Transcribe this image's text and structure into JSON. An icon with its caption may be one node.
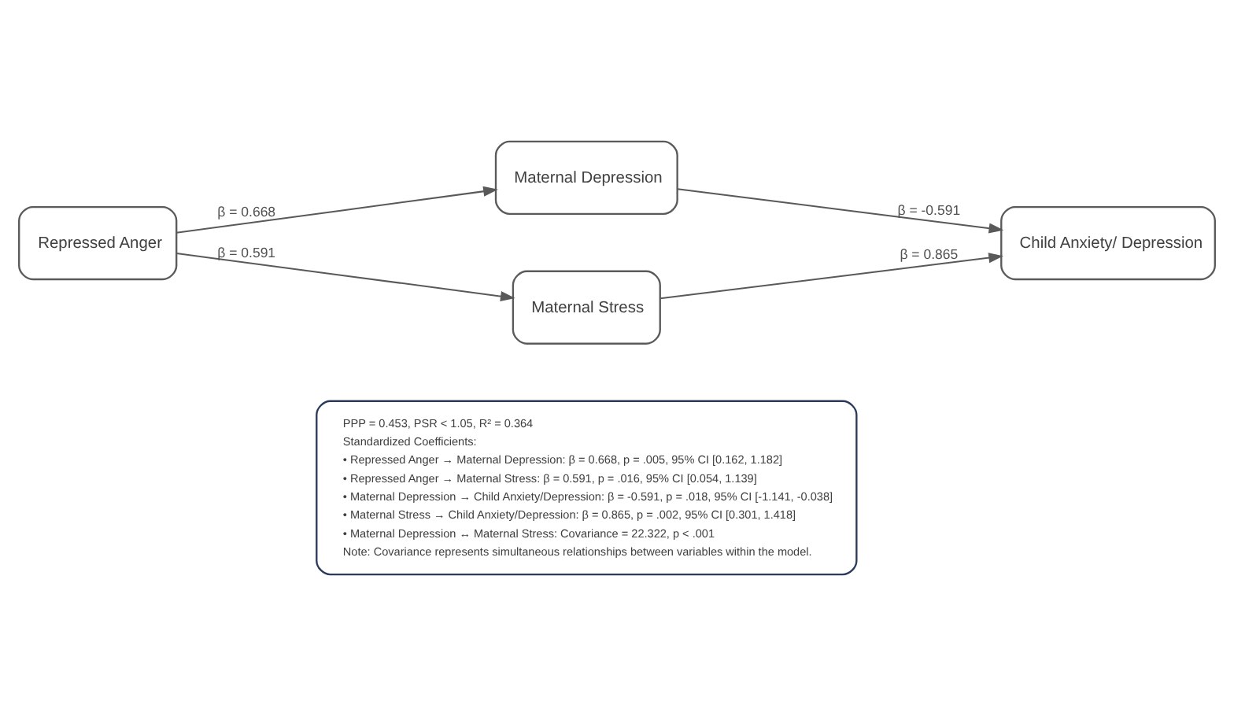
{
  "diagram": {
    "nodes": [
      {
        "text": [
          "Repressed Anger"
        ]
      },
      {
        "text": [
          "Maternal Depression"
        ]
      },
      {
        "text": [
          "Maternal Stress"
        ]
      },
      {
        "text": [
          "Child Anxiety/ Depression"
        ]
      },
      {
        "text": [
          "PPP = 0.453, PSR < 1.05, R² = 0.364",
          "Standardized Coefficients:",
          "• Repressed Anger → Maternal Depression: β = 0.668, p = .005, 95% CI [0.162, 1.182]",
          "• Repressed Anger → Maternal Stress: β = 0.591, p = .016, 95% CI [0.054, 1.139]",
          "• Maternal Depression → Child Anxiety/Depression: β = -0.591, p = .018, 95% CI [-1.141, -0.038]",
          "• Maternal Stress → Child Anxiety/Depression: β = 0.865, p = .002, 95% CI [0.301, 1.418]",
          "• Maternal Depression ↔ Maternal Stress: Covariance = 22.322, p < .001",
          "Note: Covariance represents simultaneous relationships between variables within the model."
        ]
      }
    ],
    "edges": [
      {
        "from": 0,
        "to": 1,
        "arrow": "to",
        "label": "β = 0.668"
      },
      {
        "from": 0,
        "to": 2,
        "arrow": "to",
        "label": "β = 0.591"
      },
      {
        "from": 1,
        "to": 3,
        "arrow": "to",
        "label": "β = -0.591"
      },
      {
        "from": 2,
        "to": 3,
        "arrow": "to",
        "label": "β = 0.865"
      }
    ]
  }
}
